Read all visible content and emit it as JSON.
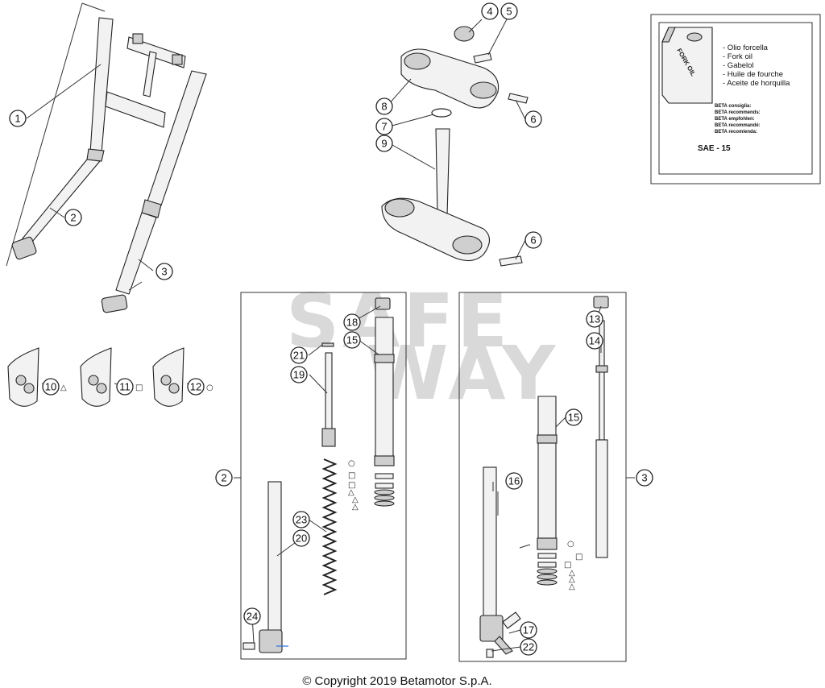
{
  "callouts": [
    "1",
    "2",
    "3",
    "4",
    "5",
    "6",
    "7",
    "8",
    "9",
    "10",
    "11",
    "12",
    "13",
    "14",
    "15",
    "16",
    "17",
    "18",
    "19",
    "20",
    "21",
    "22",
    "23",
    "24"
  ],
  "kit_symbols": {
    "triangle": "△",
    "square": "□",
    "circle": "○"
  },
  "oil_box": {
    "can_label": "FORK OIL",
    "names": [
      "- Olio forcella",
      "- Fork oil",
      "- Gabelol",
      "- Huile de fourche",
      "- Aceite de horquilla"
    ],
    "recommend": [
      "BETA consiglia:",
      "BETA recommends:",
      "BETA empfohlen:",
      "BETA recommandé:",
      "BETA recomienda:"
    ],
    "grade": "SAE - 15"
  },
  "watermark": [
    "SAFE",
    "WAY"
  ],
  "copyright": "© Copyright 2019 Betamotor S.p.A."
}
